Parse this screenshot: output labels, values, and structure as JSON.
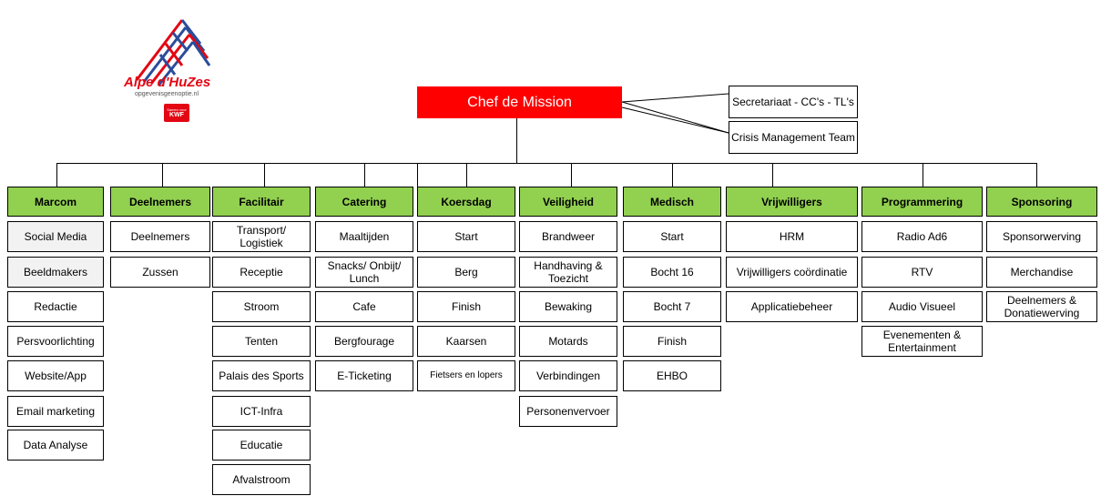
{
  "logo": {
    "title": "Alpe d'HuZes",
    "subtitle": "opgevenisgeenoptie.nl",
    "badge_small": "Samen voor",
    "badge": "KWF"
  },
  "chef": "Chef de Mission",
  "side_boxes": [
    "Secretariaat - CC's - TL's",
    "Crisis Management Team"
  ],
  "columns": [
    {
      "header": "Marcom",
      "items": [
        "Social Media",
        "Beeldmakers",
        "Redactie",
        "Persvoorlichting",
        "Website/App",
        "Email marketing",
        "Data Analyse"
      ]
    },
    {
      "header": "Deelnemers",
      "items": [
        "Deelnemers",
        "Zussen"
      ]
    },
    {
      "header": "Facilitair",
      "items": [
        "Transport/ Logistiek",
        "Receptie",
        "Stroom",
        "Tenten",
        "Palais des Sports",
        "ICT-Infra",
        "Educatie",
        "Afvalstroom"
      ]
    },
    {
      "header": "Catering",
      "items": [
        "Maaltijden",
        "Snacks/ Onbijt/ Lunch",
        "Cafe",
        "Bergfourage",
        "E-Ticketing"
      ]
    },
    {
      "header": "Koersdag",
      "items": [
        "Start",
        "Berg",
        "Finish",
        "Kaarsen",
        "Fietsers en lopers"
      ]
    },
    {
      "header": "Veiligheid",
      "items": [
        "Brandweer",
        "Handhaving & Toezicht",
        "Bewaking",
        "Motards",
        "Verbindingen",
        "Personenvervoer"
      ]
    },
    {
      "header": "Medisch",
      "items": [
        "Start",
        "Bocht 16",
        "Bocht 7",
        "Finish",
        "EHBO"
      ]
    },
    {
      "header": "Vrijwilligers",
      "items": [
        "HRM",
        "Vrijwilligers coördinatie",
        "Applicatiebeheer"
      ]
    },
    {
      "header": "Programmering",
      "items": [
        "Radio Ad6",
        "RTV",
        "Audio Visueel",
        "Evenementen & Entertainment"
      ]
    },
    {
      "header": "Sponsoring",
      "items": [
        "Sponsorwerving",
        "Merchandise",
        "Deelnemers & Donatiewerving"
      ]
    }
  ]
}
